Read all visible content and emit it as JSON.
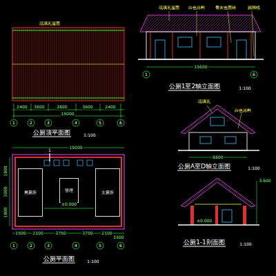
{
  "diagram": {
    "nodes": [
      {
        "text": [
          "男厕所"
        ]
      },
      {
        "text": [
          "管理"
        ]
      },
      {
        "text": [
          "女厕所"
        ]
      }
    ],
    "labels": [
      "琉璃瓦屋面",
      "2400",
      "3600",
      "3600",
      "3600",
      "2400",
      "15000",
      "1",
      "2",
      "3",
      "4",
      "5",
      "6",
      "公厕顶平面图",
      "1:100",
      "琉璃瓦屋面",
      "白色涂料",
      "青灰色面砖",
      "踢脚线",
      "15600",
      "1",
      "6",
      "公厕1至2轴立面图",
      "1:100",
      "琉璃瓦",
      "白色涂料",
      "6600",
      "公厕A至D轴立面图",
      "1:100",
      "±0.000",
      "3.600",
      "公厕1-1剖面图",
      "1:100",
      "1",
      "1500",
      "2100",
      "3750",
      "3750",
      "2100",
      "1500",
      "15000",
      "1800",
      "3000",
      "1800",
      "1",
      "2",
      "3",
      "4",
      "5",
      "6",
      "公厕平面图",
      "1:100",
      "±0.000"
    ]
  }
}
